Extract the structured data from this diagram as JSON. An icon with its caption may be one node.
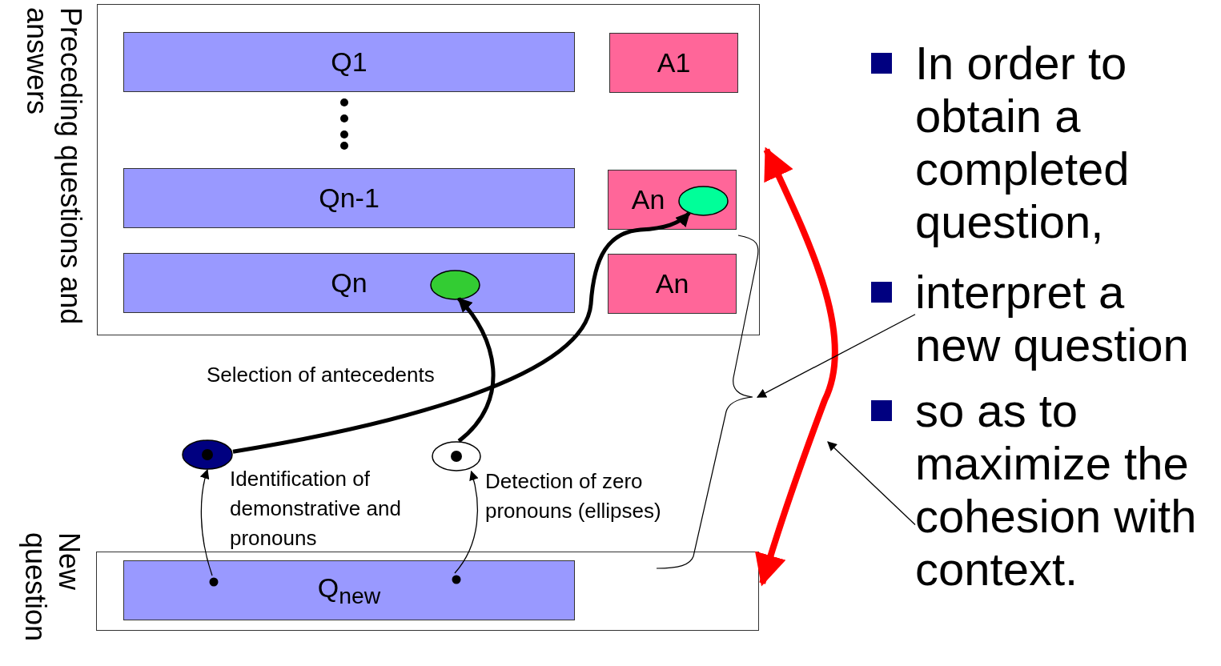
{
  "diagram": {
    "nodes": [
      {
        "text": [
          "Preceding questions and answers"
        ]
      },
      {
        "text": [
          "Q1"
        ],
        "in": 0
      },
      {
        "text": [
          "A1"
        ],
        "in": 0
      },
      {
        "text": [
          "Qn-1"
        ],
        "in": 0
      },
      {
        "text": [
          "An"
        ],
        "in": 0
      },
      {
        "text": [],
        "shape": "ellipse",
        "in": 4
      },
      {
        "text": [
          "Qn"
        ],
        "in": 0
      },
      {
        "text": [],
        "shape": "ellipse",
        "in": 6
      },
      {
        "text": [
          "An"
        ],
        "in": 0
      },
      {
        "text": [],
        "shape": "ellipse"
      },
      {
        "text": [],
        "shape": "ellipse"
      },
      {
        "text": [
          "New question"
        ]
      },
      {
        "text": [
          "Q$_{new}$"
        ],
        "in": 11
      },
      {
        "text": [],
        "shape": "circle",
        "in": 12
      },
      {
        "text": [],
        "shape": "circle",
        "in": 12
      },
      {
        "text": [],
        "shape": "brace"
      },
      {
        "text": [
          "interpret a new question"
        ]
      },
      {
        "text": [
          "so as to maximize the cohesion with context."
        ]
      }
    ],
    "edges": [
      {
        "from": 9,
        "to": 5,
        "arrow": "to",
        "style": "thick"
      },
      {
        "from": 10,
        "to": 7,
        "arrow": "to",
        "style": "thick"
      },
      {
        "from": 13,
        "to": 9,
        "arrow": "to"
      },
      {
        "from": 14,
        "to": 10,
        "arrow": "to"
      },
      {
        "from": 0,
        "to": 11,
        "arrow": "both",
        "style": "thick",
        "color": "#ff0000"
      },
      {
        "from": 16,
        "to": 15,
        "arrow": "to"
      },
      {
        "from": 17,
        "to": null,
        "arrow": "to"
      }
    ],
    "labels": [
      "In order to obtain a completed question,",
      "Selection of antecedents",
      "Identification of demonstrative and pronouns",
      "Detection of zero pronouns (ellipses)"
    ]
  }
}
